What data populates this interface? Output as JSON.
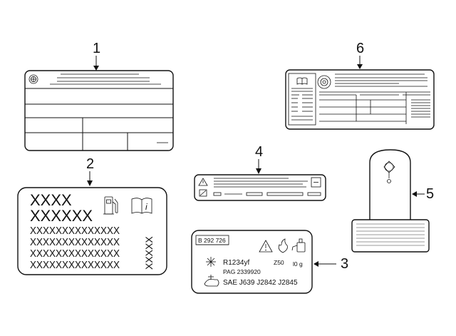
{
  "callouts": [
    "1",
    "2",
    "3",
    "4",
    "5",
    "6"
  ],
  "label2": {
    "line1": "XXXX",
    "line2": "XXXXXX",
    "rows": [
      "XXXXXXXXXXXXXX",
      "XXXXXXXXXXXXXX",
      "XXXXXXXXXXXXXX",
      "XXXXXXXXXXXXXX"
    ],
    "vertical": "XXXXX"
  },
  "label3": {
    "part_number": "B 292 726",
    "refrigerant": "R1234yf",
    "oil": "PAG 2339920",
    "code": "Z50",
    "amount": "l0 g",
    "standards": "SAE J639 J2842 J2845"
  }
}
